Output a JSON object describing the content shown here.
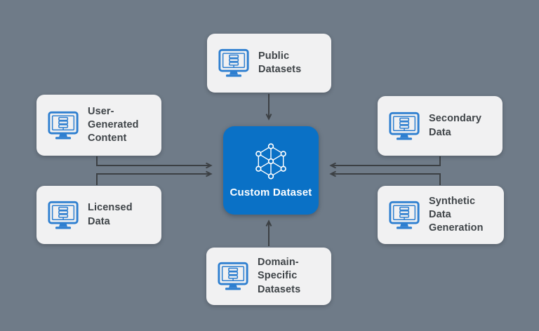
{
  "diagram": {
    "background_color": "#6F7B88",
    "source_box_color": "#F1F1F2",
    "source_label_color": "#3F4448",
    "arrow_color": "#3C4044",
    "source_icon_color": "#2E7FD0",
    "source_icon": "monitor-database-icon",
    "center": {
      "label": "Custom Dataset",
      "color": "#0A71C6",
      "text_color": "#FFFFFF",
      "icon": "network-graph-icon"
    },
    "sources": [
      {
        "label": "Public Datasets",
        "position": "top"
      },
      {
        "label": "User-Generated\nContent",
        "position": "left-upper"
      },
      {
        "label": "Licensed\nData",
        "position": "left-lower"
      },
      {
        "label": "Secondary\nData",
        "position": "right-upper"
      },
      {
        "label": "Synthetic Data\nGeneration",
        "position": "right-lower"
      },
      {
        "label": "Domain-Specific\nDatasets",
        "position": "bottom"
      }
    ]
  }
}
